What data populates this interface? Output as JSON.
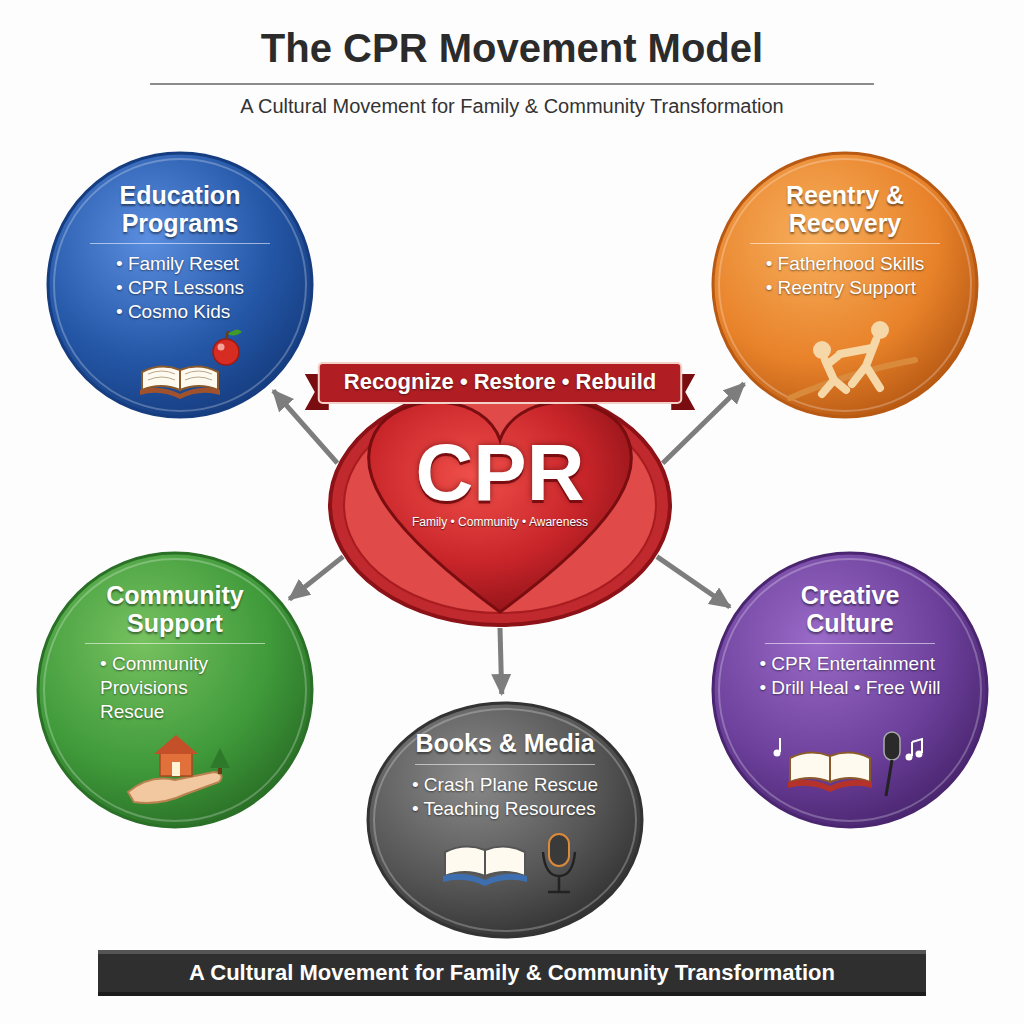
{
  "diagram": {
    "title": "The CPR Movement Model",
    "caption": "A Cultural Movement for Family & Community Transformation",
    "nodes": [
      {
        "text": [
          "Education Programs",
          "• Family Reset",
          "• CPR Lessons",
          "• Cosmo Kids"
        ]
      },
      {
        "text": [
          "Reentry & Recovery",
          "• Fatherhood Skills",
          "• Reentry Support"
        ]
      },
      {
        "text": [
          "Recognize • Restore • Rebuild",
          "CPR",
          "Family • Community • Awareness"
        ]
      },
      {
        "text": [
          "Community Support",
          "• Community Provisions Rescue"
        ]
      },
      {
        "text": [
          "Books & Media",
          "• Crash Plane Rescue",
          "• Teaching Resources"
        ]
      },
      {
        "text": [
          "Creative Culture",
          "• CPR Entertainment",
          "• Drill Heal • Free Will"
        ]
      }
    ],
    "edges": [
      {
        "from": 2,
        "to": 0,
        "arrow": "to"
      },
      {
        "from": 2,
        "to": 1,
        "arrow": "to"
      },
      {
        "from": 2,
        "to": 3,
        "arrow": "to"
      },
      {
        "from": 2,
        "to": 4,
        "arrow": "to"
      },
      {
        "from": 2,
        "to": 5,
        "arrow": "to"
      }
    ],
    "labels": [
      "A Cultural Movement for Family & Community Transformation"
    ]
  }
}
